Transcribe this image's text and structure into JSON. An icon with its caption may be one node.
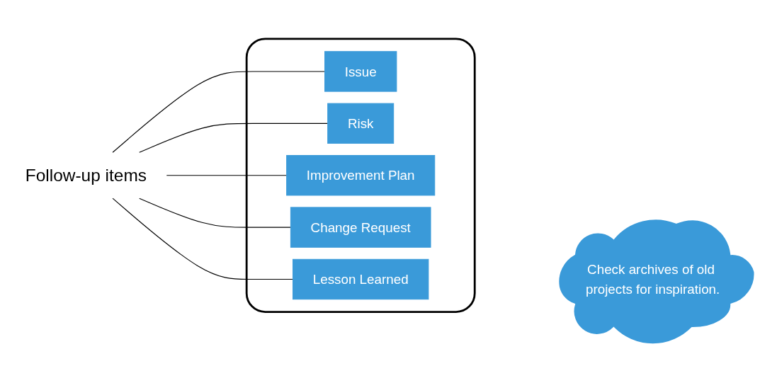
{
  "diagram": {
    "nodes": [
      {
        "text": [
          "Follow-up items"
        ]
      },
      {
        "text": [],
        "shape": "box"
      },
      {
        "text": [
          "Issue"
        ],
        "in": 1
      },
      {
        "text": [
          "Risk"
        ],
        "in": 1
      },
      {
        "text": [
          "Improvement Plan"
        ],
        "in": 1
      },
      {
        "text": [
          "Change Request"
        ],
        "in": 1
      },
      {
        "text": [
          "Lesson Learned"
        ],
        "in": 1
      },
      {
        "text": [
          "Check archives of old projects for inspiration."
        ]
      }
    ],
    "edges": [
      {
        "from": 0,
        "to": 2,
        "arrow": "none"
      },
      {
        "from": 0,
        "to": 3,
        "arrow": "none"
      },
      {
        "from": 0,
        "to": 4,
        "arrow": "none"
      },
      {
        "from": 0,
        "to": 5,
        "arrow": "none"
      },
      {
        "from": 0,
        "to": 6,
        "arrow": "none"
      }
    ]
  }
}
